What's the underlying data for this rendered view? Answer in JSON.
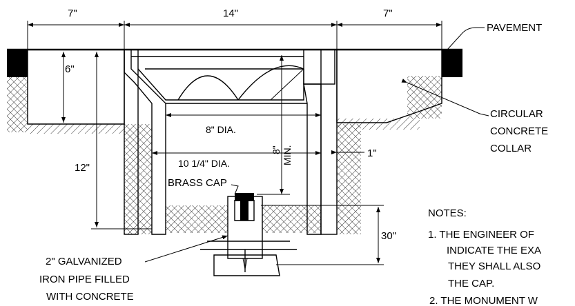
{
  "dimensions": {
    "left_width": "7\"",
    "center_width": "14\"",
    "right_width": "7\"",
    "collar_depth": "6\"",
    "total_depth": "12\"",
    "inner_dia": "8\" DIA.",
    "min_depth_value": "8\"",
    "min_depth_suffix": "MIN.",
    "outer_dia": "10 1/4\" DIA.",
    "wall_thickness": "1\"",
    "pipe_depth": "30\""
  },
  "labels": {
    "pavement": "PAVEMENT",
    "collar_line1": "CIRCULAR",
    "collar_line2": "CONCRETE",
    "collar_line3": "COLLAR",
    "brass_cap": "BRASS CAP",
    "pipe_line1": "2\" GALVANIZED",
    "pipe_line2": "IRON PIPE FILLED",
    "pipe_line3": "WITH CONCRETE"
  },
  "notes": {
    "heading": "NOTES:",
    "n1_line1": "1.  THE ENGINEER OF",
    "n1_line2": "INDICATE THE EXA",
    "n1_line3": "THEY SHALL ALSO",
    "n1_line4": "THE CAP.",
    "n2_line1": "2.  THE MONUMENT W"
  },
  "colors": {
    "ink": "#000000",
    "background": "#ffffff"
  }
}
